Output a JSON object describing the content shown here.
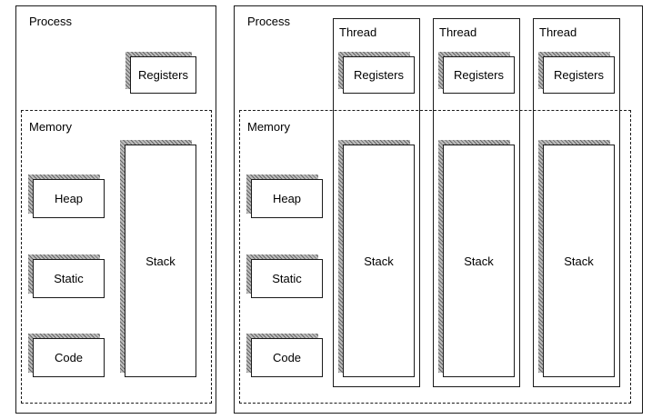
{
  "single_process": {
    "process_label": "Process",
    "registers_label": "Registers",
    "memory_label": "Memory",
    "heap_label": "Heap",
    "static_label": "Static",
    "code_label": "Code",
    "stack_label": "Stack"
  },
  "multi_process": {
    "process_label": "Process",
    "memory_label": "Memory",
    "heap_label": "Heap",
    "static_label": "Static",
    "code_label": "Code",
    "threads": [
      {
        "thread_label": "Thread",
        "registers_label": "Registers",
        "stack_label": "Stack"
      },
      {
        "thread_label": "Thread",
        "registers_label": "Registers",
        "stack_label": "Stack"
      },
      {
        "thread_label": "Thread",
        "registers_label": "Registers",
        "stack_label": "Stack"
      }
    ]
  }
}
